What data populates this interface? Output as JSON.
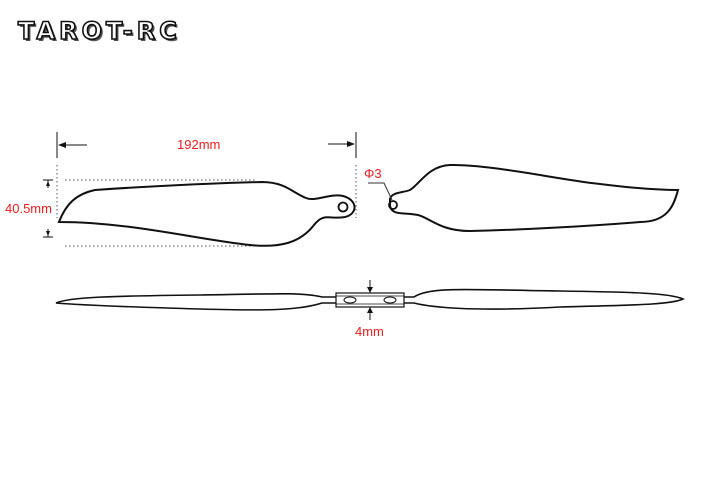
{
  "logo": {
    "text": "TAROT-RC"
  },
  "dimensions": {
    "length": "192mm",
    "width": "40.5mm",
    "hole_diameter": "Φ3",
    "hub_thickness": "4mm"
  },
  "colors": {
    "dimension_text": "#ee1c1c",
    "outline": "#111111",
    "background": "#ffffff"
  }
}
